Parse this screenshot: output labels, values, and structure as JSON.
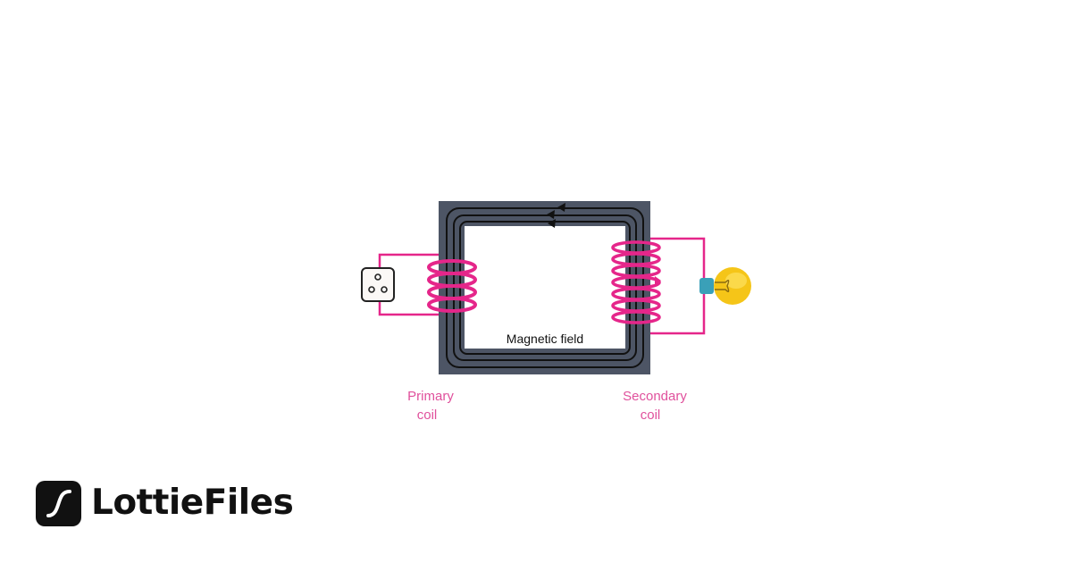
{
  "diagram": {
    "field_label": "Magnetic field",
    "primary_label_line1": "Primary",
    "primary_label_line2": "coil",
    "secondary_label_line1": "Secondary",
    "secondary_label_line2": "coil"
  },
  "brand": {
    "name": "LottieFiles"
  },
  "colors": {
    "core": "#4d5565",
    "coil": "#e5268a",
    "label": "#e0509c",
    "bulb": "#f5c518",
    "bulb_base": "#3aa0b8"
  }
}
